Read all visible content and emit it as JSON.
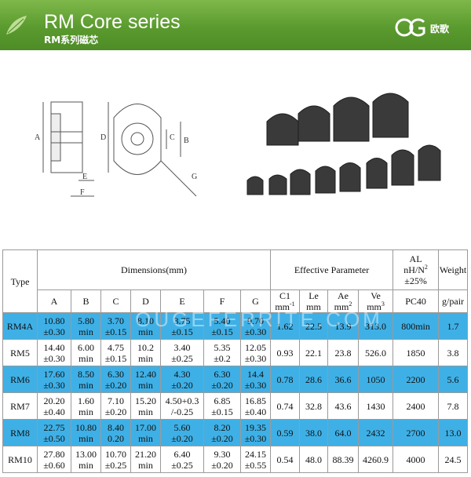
{
  "header": {
    "title": "RM Core series",
    "subtitle": "RM系列磁芯",
    "brand": "欧歌"
  },
  "watermark": "OUGEFERRITE.COM",
  "drawing_labels": {
    "A": "A",
    "B": "B",
    "C": "C",
    "D": "D",
    "E": "E",
    "F": "F",
    "G": "G"
  },
  "table": {
    "col_type": "Type",
    "dimensions_header": "Dimensions(mm)",
    "effective_header": "Effective Parameter",
    "al_header": [
      "AL",
      "nH/N",
      "2",
      "±25%"
    ],
    "weight_header": "Weight",
    "dim_cols": [
      "A",
      "B",
      "C",
      "D",
      "E",
      "F",
      "G"
    ],
    "eff_cols": [
      {
        "label": "C1",
        "unit": "mm",
        "sup": "-1"
      },
      {
        "label": "Le",
        "unit": "mm",
        "sup": ""
      },
      {
        "label": "Ae",
        "unit": "mm",
        "sup": "2"
      },
      {
        "label": "Ve",
        "unit": "mm",
        "sup": "3"
      }
    ],
    "al_sub": "PC40",
    "weight_unit": "g/pair",
    "rows": [
      {
        "type": "RM4A",
        "dims": [
          [
            "10.80",
            "±0.30"
          ],
          [
            "5.80",
            "min"
          ],
          [
            "3.70",
            "±0.15"
          ],
          [
            "8.10",
            "min"
          ],
          [
            "3.75",
            "±0.15"
          ],
          [
            "5.40",
            "±0.15"
          ],
          [
            "9.70",
            "±0.30"
          ]
        ],
        "c1": "1.62",
        "le": "22.5",
        "ae": "13.9",
        "ve": "313.0",
        "al": "800min",
        "weight": "1.7"
      },
      {
        "type": "RM5",
        "dims": [
          [
            "14.40",
            "±0.30"
          ],
          [
            "6.00",
            "min"
          ],
          [
            "4.75",
            "±0.15"
          ],
          [
            "10.2",
            "min"
          ],
          [
            "3.40",
            "±0.25"
          ],
          [
            "5.35",
            "±0.2"
          ],
          [
            "12.05",
            "±0.30"
          ]
        ],
        "c1": "0.93",
        "le": "22.1",
        "ae": "23.8",
        "ve": "526.0",
        "al": "1850",
        "weight": "3.8"
      },
      {
        "type": "RM6",
        "dims": [
          [
            "17.60",
            "±0.30"
          ],
          [
            "8.50",
            "min"
          ],
          [
            "6.30",
            "±0.20"
          ],
          [
            "12.40",
            "min"
          ],
          [
            "4.30",
            "±0.20"
          ],
          [
            "6.30",
            "±0.20"
          ],
          [
            "14.4",
            "±0.30"
          ]
        ],
        "c1": "0.78",
        "le": "28.6",
        "ae": "36.6",
        "ve": "1050",
        "al": "2200",
        "weight": "5.6"
      },
      {
        "type": "RM7",
        "dims": [
          [
            "20.20",
            "±0.40"
          ],
          [
            "1.60",
            "min"
          ],
          [
            "7.10",
            "±0.20"
          ],
          [
            "15.20",
            "min"
          ],
          [
            "4.50+0.3",
            "/-0.25"
          ],
          [
            "6.85",
            "±0.15"
          ],
          [
            "16.85",
            "±0.40"
          ]
        ],
        "c1": "0.74",
        "le": "32.8",
        "ae": "43.6",
        "ve": "1430",
        "al": "2400",
        "weight": "7.8"
      },
      {
        "type": "RM8",
        "dims": [
          [
            "22.75",
            "±0.50"
          ],
          [
            "10.80",
            "min"
          ],
          [
            "8.40",
            "0.20"
          ],
          [
            "17.00",
            "min"
          ],
          [
            "5.60",
            "±0.20"
          ],
          [
            "8.20",
            "±0.20"
          ],
          [
            "19.35",
            "±0.30"
          ]
        ],
        "c1": "0.59",
        "le": "38.0",
        "ae": "64.0",
        "ve": "2432",
        "al": "2700",
        "weight": "13.0"
      },
      {
        "type": "RM10",
        "dims": [
          [
            "27.80",
            "±0.60"
          ],
          [
            "13.00",
            "min"
          ],
          [
            "10.70",
            "±0.25"
          ],
          [
            "21.20",
            "min"
          ],
          [
            "6.40",
            "±0.25"
          ],
          [
            "9.30",
            "±0.20"
          ],
          [
            "24.15",
            "±0.55"
          ]
        ],
        "c1": "0.54",
        "le": "48.0",
        "ae": "88.39",
        "ve": "4260.9",
        "al": "4000",
        "weight": "24.5"
      }
    ]
  }
}
